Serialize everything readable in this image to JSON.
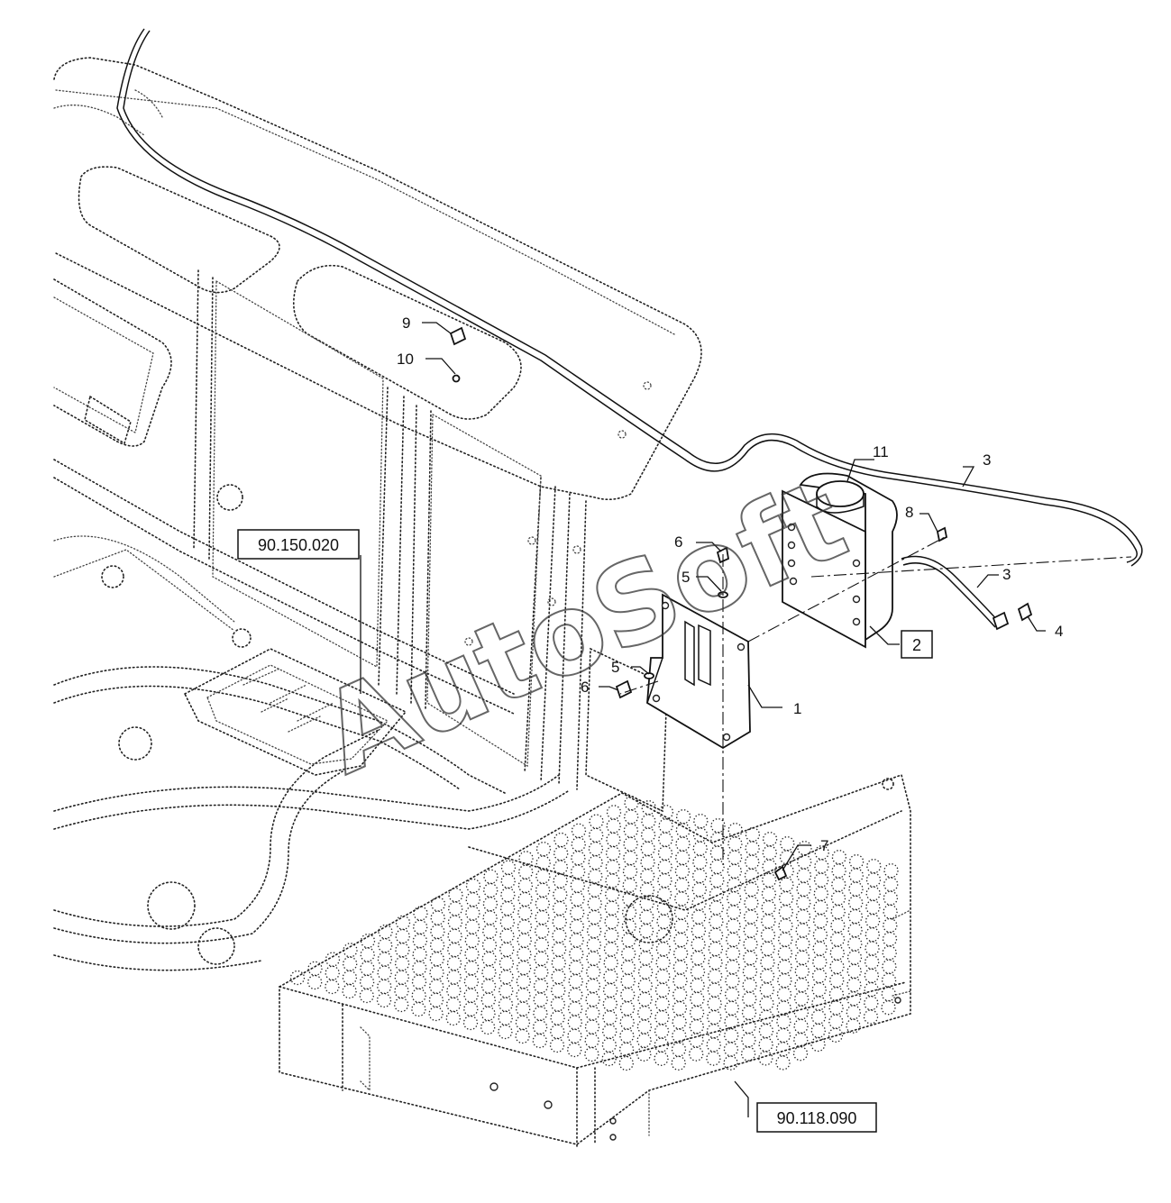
{
  "diagram": {
    "watermark": "AutoSoft",
    "reference_boxes": [
      {
        "id": "ref-a",
        "text": "90.150.020"
      },
      {
        "id": "ref-b",
        "text": "90.118.090"
      }
    ],
    "callouts": [
      {
        "id": "c1",
        "text": "1"
      },
      {
        "id": "c2",
        "text": "2",
        "boxed": true
      },
      {
        "id": "c3a",
        "text": "3"
      },
      {
        "id": "c3b",
        "text": "3"
      },
      {
        "id": "c4",
        "text": "4"
      },
      {
        "id": "c5a",
        "text": "5"
      },
      {
        "id": "c5b",
        "text": "5"
      },
      {
        "id": "c6a",
        "text": "6"
      },
      {
        "id": "c6b",
        "text": "6"
      },
      {
        "id": "c7",
        "text": "7"
      },
      {
        "id": "c8",
        "text": "8"
      },
      {
        "id": "c9",
        "text": "9"
      },
      {
        "id": "c10",
        "text": "10"
      },
      {
        "id": "c11",
        "text": "11"
      }
    ]
  }
}
